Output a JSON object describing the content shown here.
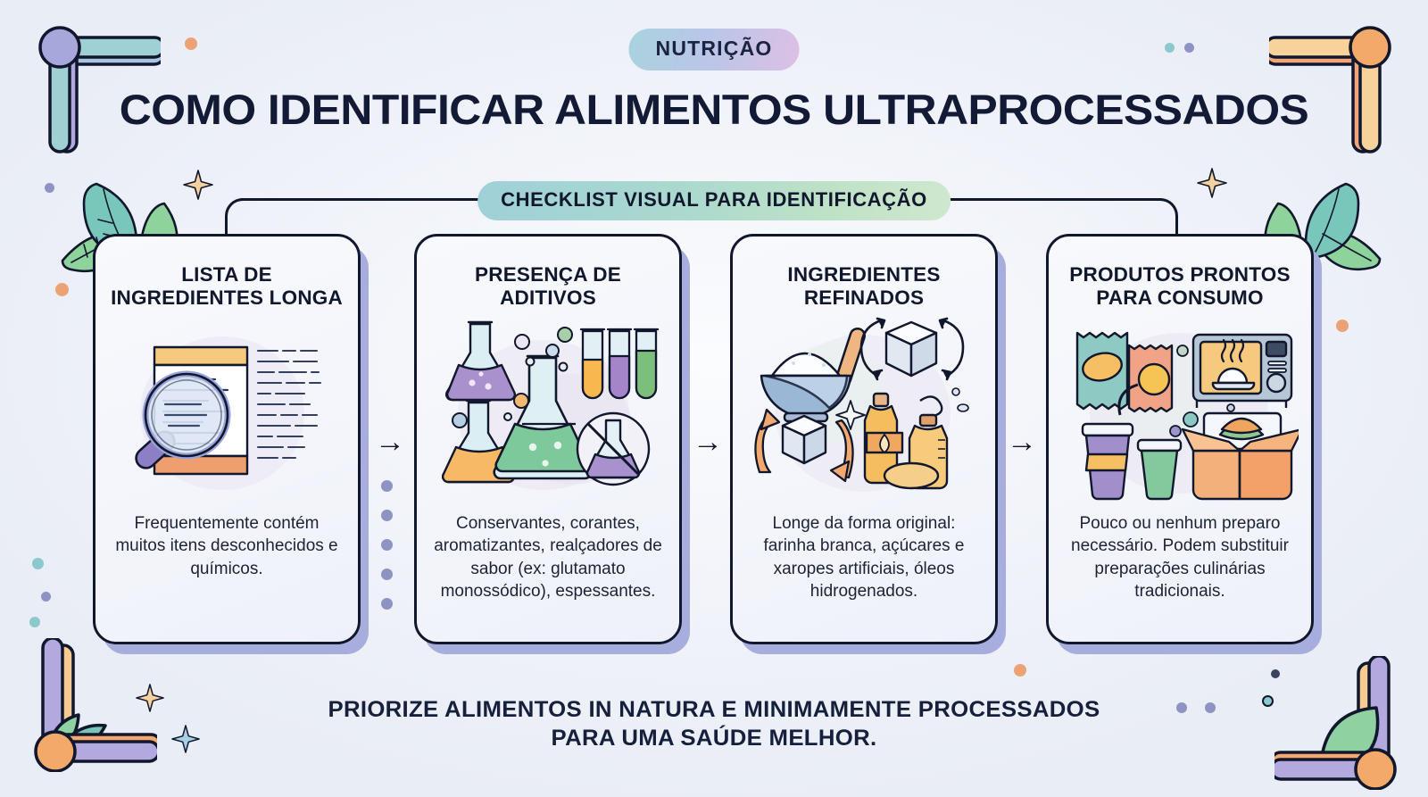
{
  "header": {
    "badge": "NUTRIÇÃO",
    "title": "COMO IDENTIFICAR ALIMENTOS ULTRAPROCESSADOS"
  },
  "checklist_label": "CHECKLIST VISUAL PARA IDENTIFICAÇÃO",
  "cards": [
    {
      "title": "LISTA DE INGREDIENTES LONGA",
      "desc": "Frequentemente contém muitos itens desconhecidos e químicos.",
      "icon": "package-magnifier-icon"
    },
    {
      "title": "PRESENÇA DE ADITIVOS",
      "desc": "Conservantes, corantes, aromatizantes, realçadores de sabor (ex: glutamato monossódico), espessantes.",
      "icon": "lab-flasks-icon"
    },
    {
      "title": "INGREDIENTES REFINADOS",
      "desc": "Longe da forma original: farinha branca, açúcares e xaropes artificiais, óleos hidrogenados.",
      "icon": "flour-sugar-oil-icon"
    },
    {
      "title": "PRODUTOS PRONTOS PARA CONSUMO",
      "desc": "Pouco ou nenhum preparo necessário. Podem substituir preparações culinárias tradicionais.",
      "icon": "snacks-microwave-icon"
    }
  ],
  "arrows": [
    "→",
    "→",
    "→"
  ],
  "footer": {
    "line1": "PRIORIZE ALIMENTOS IN NATURA E MINIMAMENTE PROCESSADOS",
    "line2": "PARA UMA SAÚDE MELHOR."
  },
  "decor": {
    "corner_top_left": "corner-bracket-icon",
    "corner_top_right": "corner-bracket-icon",
    "corner_bottom_left": "corner-bracket-icon",
    "corner_bottom_right": "corner-bracket-icon",
    "leaves_top_left": "leaf-icon",
    "leaves_top_right": "leaf-icon",
    "leaves_bottom_left": "leaf-icon",
    "leaves_bottom_right": "leaf-icon",
    "sparkles": "sparkle-icon",
    "dot_column_count": 5
  },
  "colors": {
    "background": "#eef1f8",
    "ink": "#11172c",
    "card_bg": "#f5f7fb",
    "card_shadow": "#a7aede",
    "badge_gradient_start": "#a9d3dd",
    "badge_gradient_end": "#dcc0e4",
    "checklist_gradient_start": "#9fd0d8",
    "checklist_gradient_end": "#cfe8cf",
    "bracket_purple": "#b0a8dd",
    "bracket_teal": "#9ccfd2",
    "bracket_orange": "#f3a96a",
    "bracket_peach": "#f7cf99",
    "leaf_green": "#8fd1a0",
    "leaf_teal": "#7fc9c4",
    "dot_purple": "#8e93c4",
    "dot_orange": "#eda276",
    "dot_teal": "#8cc9cc"
  }
}
